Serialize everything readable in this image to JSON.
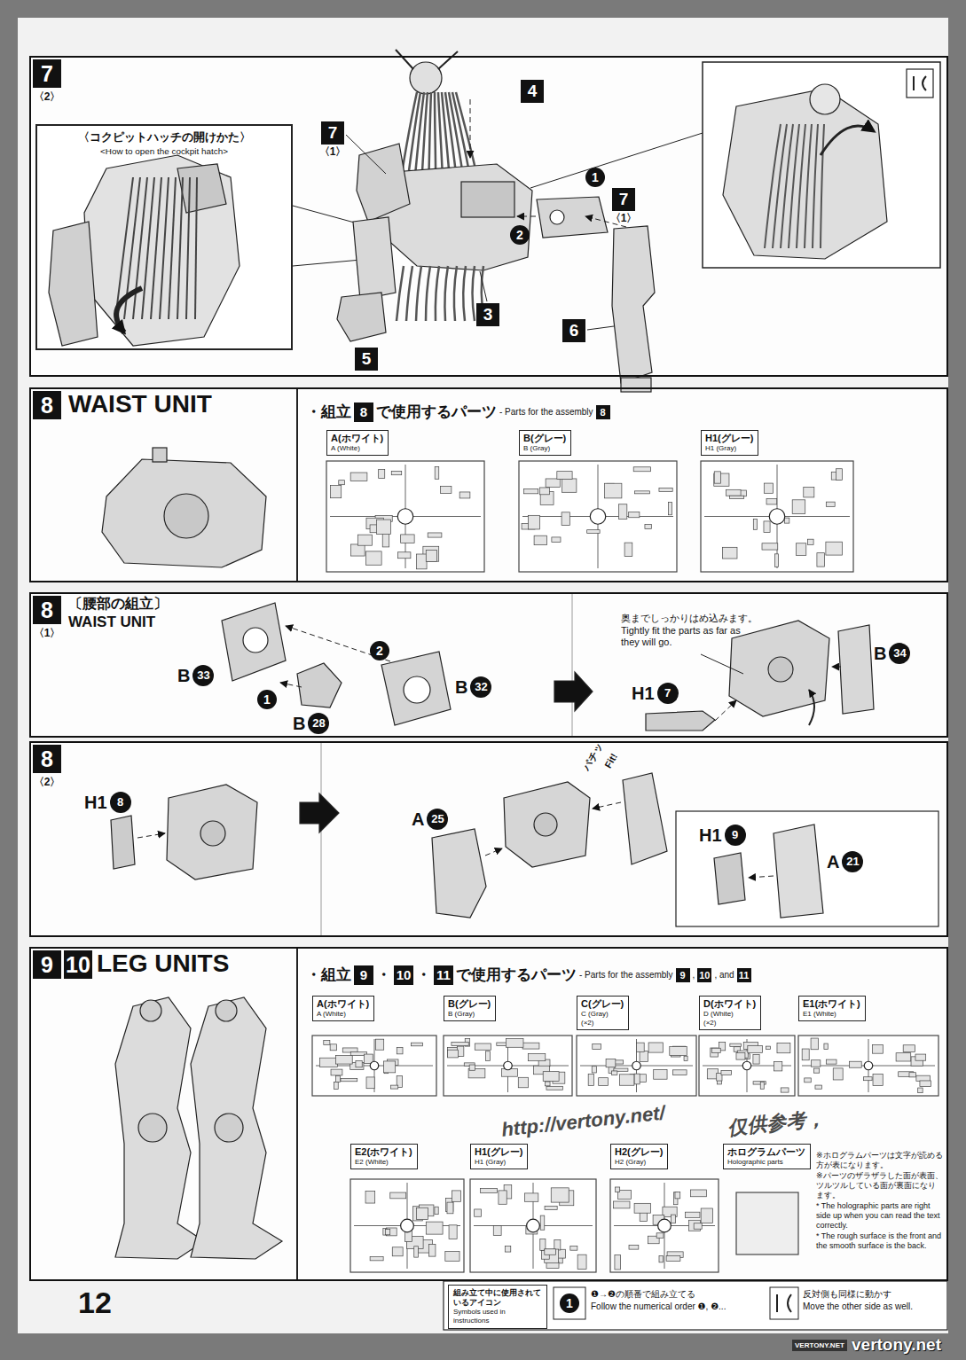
{
  "diagram": {
    "nodes": [
      {
        "text": [
          "7",
          "〈2〉"
        ]
      },
      {
        "text": [
          "〈コクピットハッチの開けかた〉",
          "<How to open the cockpit hatch>"
        ],
        "in": 0
      },
      {
        "text": [
          "8",
          "WAIST UNIT"
        ]
      },
      {
        "text": [
          "A(ホワイト)",
          "A (White)"
        ],
        "in": 2
      },
      {
        "text": [
          "B(グレー)",
          "B (Gray)"
        ],
        "in": 2
      },
      {
        "text": [
          "H1(グレー)",
          "H1 (Gray)"
        ],
        "in": 2
      },
      {
        "text": [
          "8",
          "〔腰部の組立〕",
          "〈1〉",
          "WAIST UNIT"
        ]
      },
      {
        "text": [
          "8",
          "〈2〉"
        ]
      },
      {
        "text": [
          "9",
          "10",
          "LEG UNITS"
        ]
      },
      {
        "text": [
          "A(ホワイト)",
          "A (White)"
        ],
        "in": 8
      },
      {
        "text": [
          "B(グレー)",
          "B (Gray)"
        ],
        "in": 8
      },
      {
        "text": [
          "C(グレー)",
          "C (Gray)",
          "(×2)"
        ],
        "in": 8
      },
      {
        "text": [
          "D(ホワイト)",
          "D (White)",
          "(×2)"
        ],
        "in": 8
      },
      {
        "text": [
          "E1(ホワイト)",
          "E1 (White)"
        ],
        "in": 8
      },
      {
        "text": [
          "E2(ホワイト)",
          "E2 (White)"
        ],
        "in": 8
      },
      {
        "text": [
          "H1(グレー)",
          "H1 (Gray)"
        ],
        "in": 8
      },
      {
        "text": [
          "H2(グレー)",
          "H2 (Gray)"
        ],
        "in": 8
      },
      {
        "text": [
          "ホログラムパーツ",
          "Holographic parts"
        ],
        "in": 8
      },
      {
        "text": [
          "組み立て中に使用されているアイコン",
          "Symbols used in instructions"
        ]
      }
    ],
    "labels": [
      "4",
      "7",
      "〈1〉",
      "2",
      "1",
      "7",
      "〈1〉",
      "3",
      "5",
      "6",
      "・組立",
      "8",
      "で使用するパーツ",
      "- Parts for the assembly",
      "8",
      "B",
      "33",
      "1",
      "2",
      "B",
      "28",
      "B",
      "32",
      "奥までしっかりはめ込みます。",
      "Tightly fit the parts as far as they will go.",
      "H1",
      "7",
      "B",
      "34",
      "H1",
      "8",
      "A",
      "25",
      "パチッ",
      "Fit!",
      "H1",
      "9",
      "A",
      "21",
      "・組立",
      "9",
      "・",
      "10",
      "・",
      "11",
      "で使用するパーツ",
      "- Parts for the assembly",
      "9",
      ",",
      "10",
      ", and",
      "11",
      "※ホログラムパーツは文字が読める方が表になります。",
      "※パーツのザラザラした面が表面、ツルツルしている面が裏面になります。",
      "* The holographic parts are right side up when you can read the text correctly.",
      "* The rough surface is the front and the smooth surface is the back.",
      "12",
      "1",
      "❶→❷の順番で組み立てる",
      "Follow the numerical order ❶, ❷...",
      "反対側も同様に動かす",
      "Move the other side as well.",
      "http://vertony.net/",
      "仅供参考，",
      "VERTONY.NET",
      "vertony.net"
    ]
  }
}
